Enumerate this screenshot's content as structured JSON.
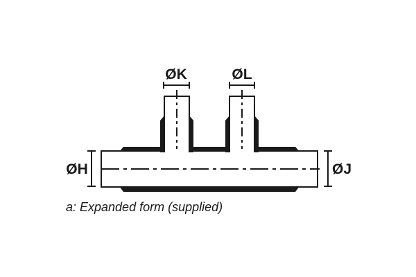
{
  "figure": {
    "kind": "technical-drawing",
    "subject": "tee-fitting-expanded-form",
    "caption": "a: Expanded form (supplied)"
  },
  "dimension_labels": {
    "left_branch": "ØK",
    "right_branch": "ØL",
    "left_bore": "ØH",
    "right_bore": "ØJ"
  },
  "colors": {
    "line": "#1a1a1a",
    "background": "#ffffff"
  }
}
